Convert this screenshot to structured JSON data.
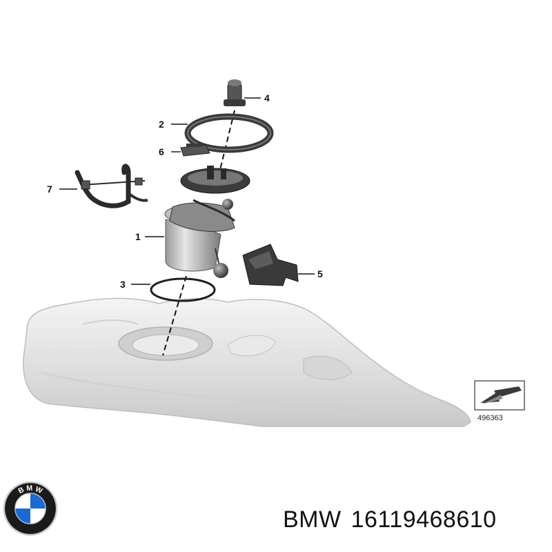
{
  "diagram": {
    "callouts": [
      {
        "id": "1",
        "label": "1"
      },
      {
        "id": "2",
        "label": "2"
      },
      {
        "id": "3",
        "label": "3"
      },
      {
        "id": "4",
        "label": "4"
      },
      {
        "id": "5",
        "label": "5"
      },
      {
        "id": "6",
        "label": "6"
      },
      {
        "id": "7",
        "label": "7"
      }
    ],
    "reference_number": "496363"
  },
  "footer": {
    "brand": "BMW",
    "part_number": "16119468610"
  },
  "logo": {
    "name": "bmw-roundel",
    "colors": {
      "blue": "#1c69d4",
      "white": "#ffffff",
      "ring": "#1a1a1a",
      "silver": "#c9c9c9"
    }
  },
  "colors": {
    "tank": "#e3e3e3",
    "parts_dark": "#4a4a4a",
    "parts_mid": "#8c8c8c",
    "line": "#111111"
  }
}
